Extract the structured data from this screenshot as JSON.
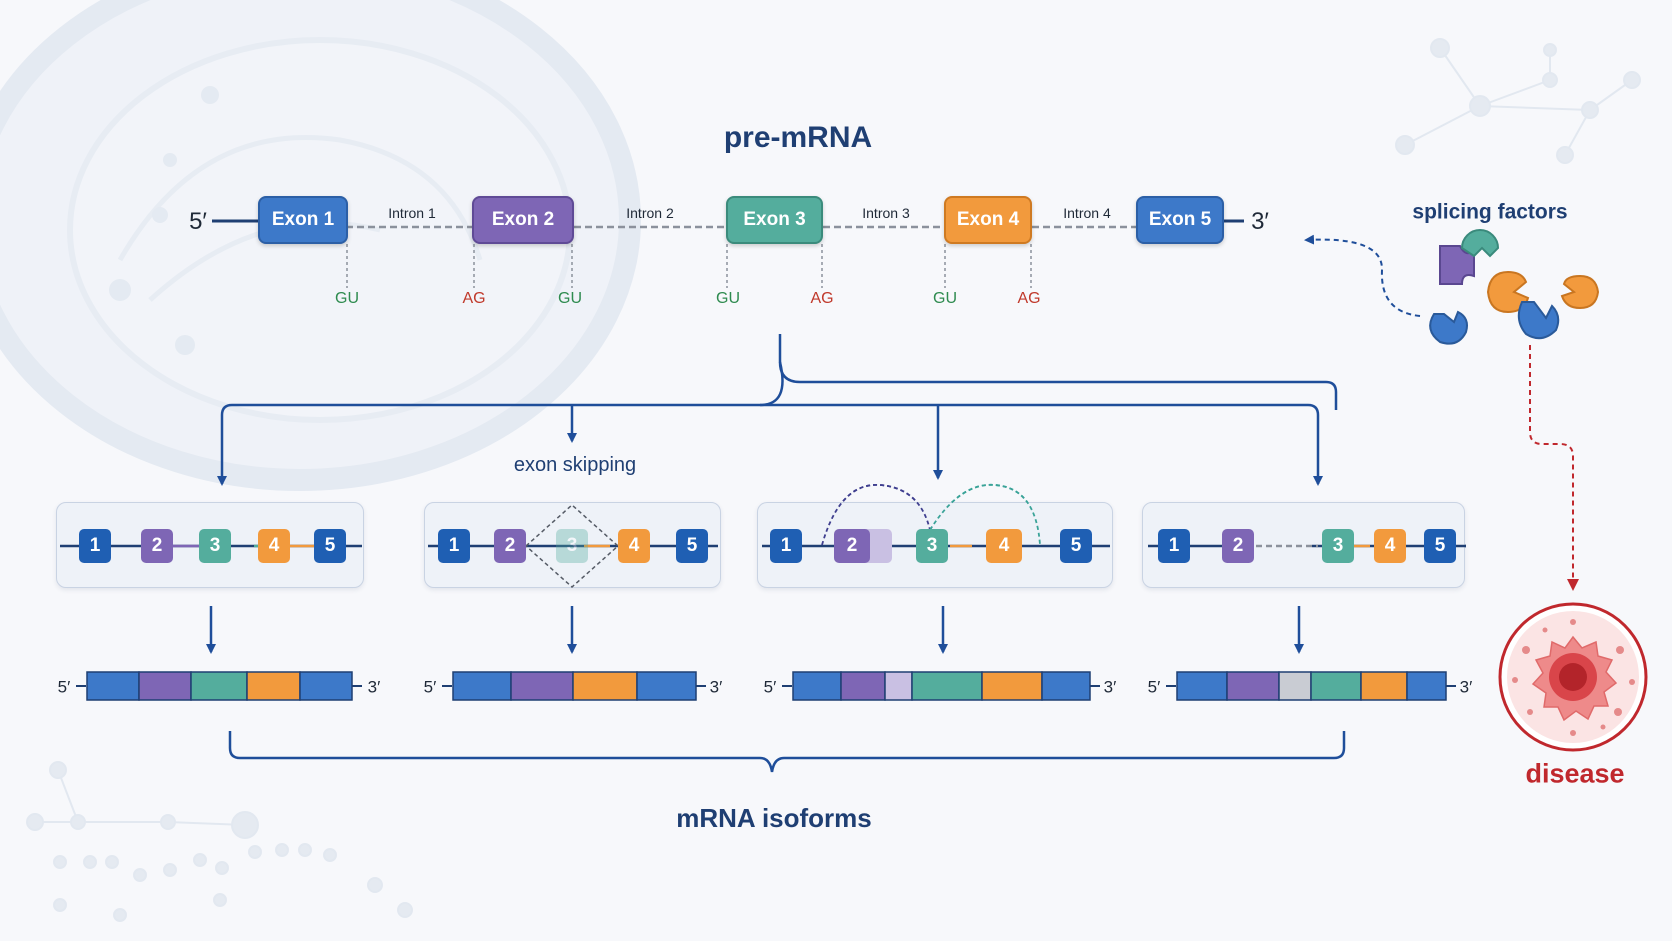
{
  "title": "pre-mRNA",
  "pre_mrna": {
    "five_prime": "5′",
    "three_prime": "3′",
    "exons": [
      {
        "label": "Exon 1",
        "color": "#3d79c9"
      },
      {
        "label": "Exon 2",
        "color": "#7e66b5"
      },
      {
        "label": "Exon 3",
        "color": "#54ad9d"
      },
      {
        "label": "Exon 4",
        "color": "#f29a3d"
      },
      {
        "label": "Exon 5",
        "color": "#3d79c9"
      }
    ],
    "introns": [
      "Intron 1",
      "Intron 2",
      "Intron 3",
      "Intron 4"
    ],
    "splice_sites": [
      "GU",
      "AG",
      "GU",
      "GU",
      "AG",
      "GU",
      "AG"
    ],
    "gu_color": "#2e8b4f",
    "ag_color": "#c0392b"
  },
  "splicing_factors": {
    "label": "splicing factors"
  },
  "exon_skipping_label": "exon skipping",
  "isoforms": {
    "panel_numbers": [
      [
        "1",
        "2",
        "3",
        "4",
        "5"
      ],
      [
        "1",
        "2",
        "3",
        "4",
        "5"
      ],
      [
        "1",
        "2",
        "3",
        "4",
        "5"
      ],
      [
        "1",
        "2",
        "3",
        "4",
        "5"
      ]
    ],
    "ends": {
      "five": "5′",
      "three": "3′"
    },
    "label": "mRNA isoforms"
  },
  "disease": {
    "label": "disease",
    "color": "#c0282d"
  },
  "colors": {
    "exon1": "#3d79c9",
    "exon2": "#7e66b5",
    "exon3": "#54ad9d",
    "exon4": "#f29a3d",
    "exon5": "#3d79c9",
    "mini_blue": "#1f5fb3",
    "navy": "#1f3f73",
    "intron_gray": "#c9ccd3"
  }
}
